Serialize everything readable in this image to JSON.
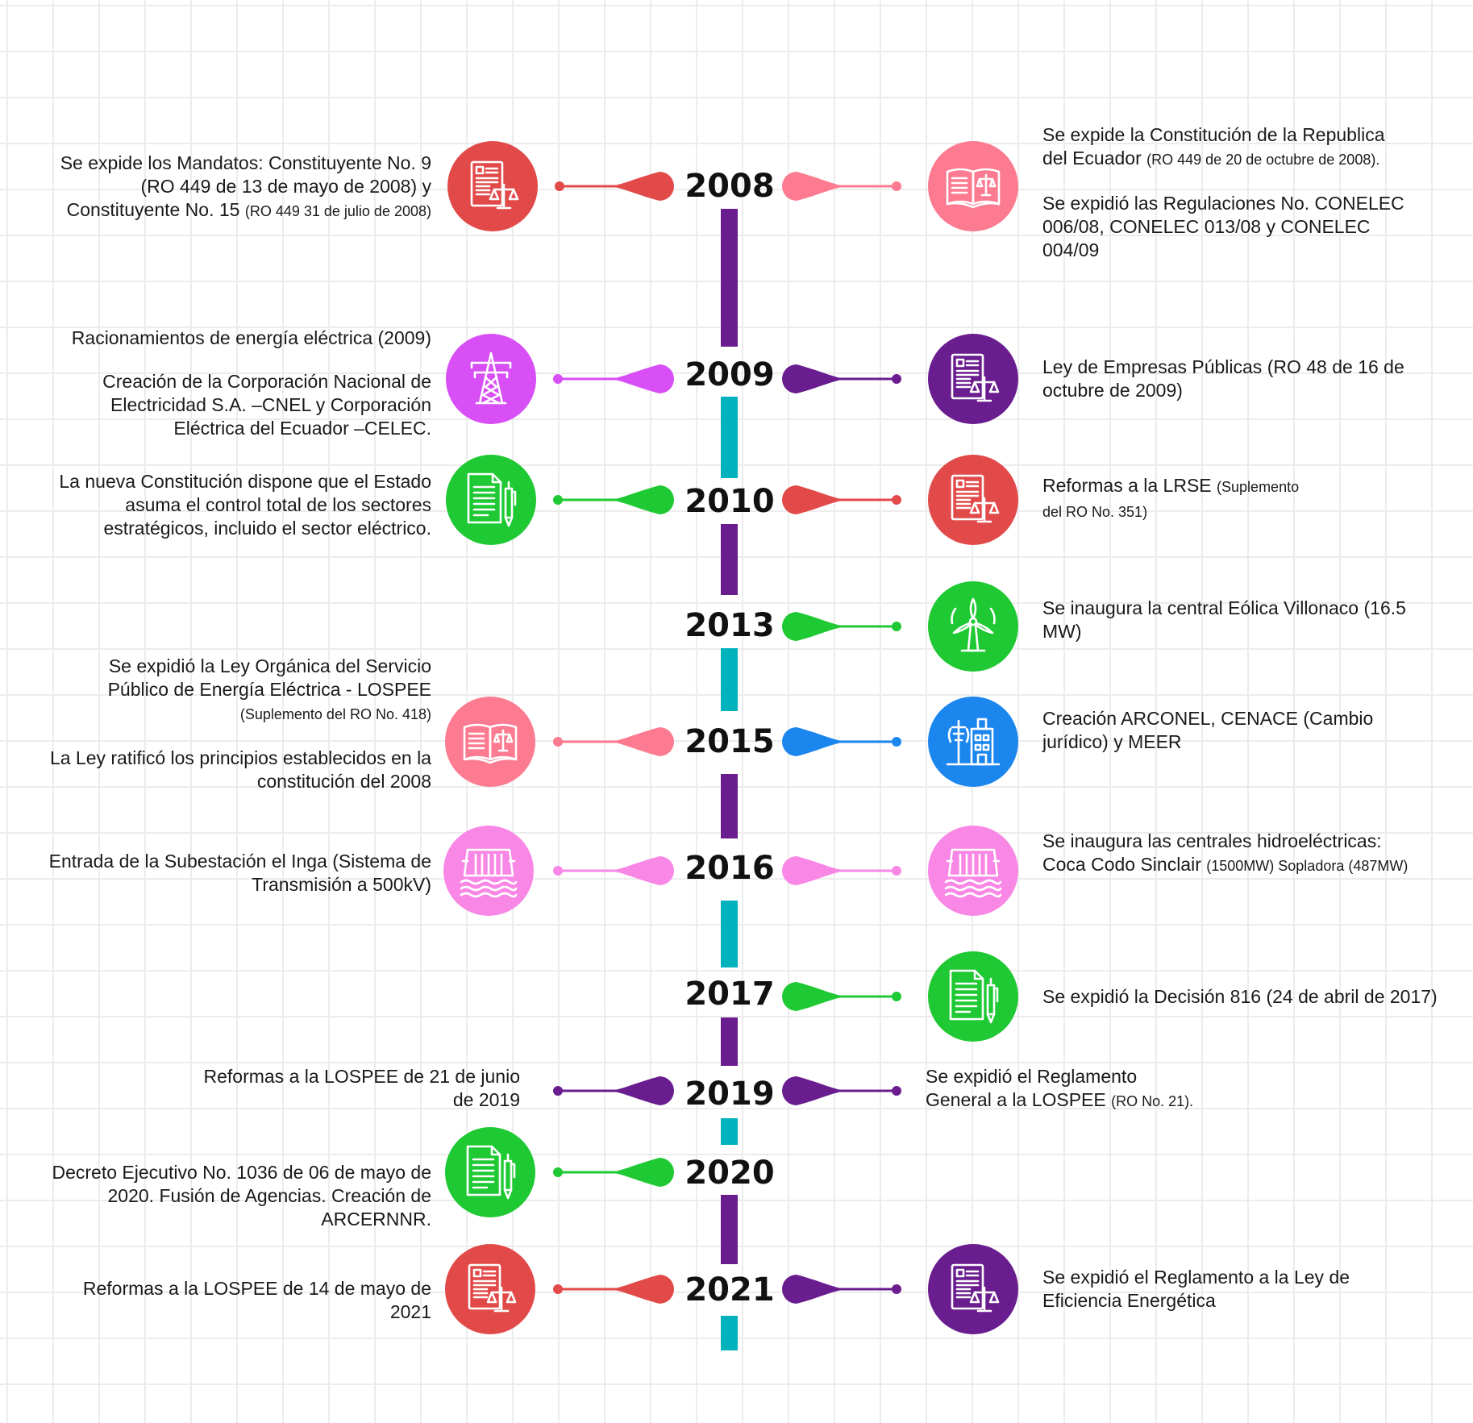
{
  "colors": {
    "red": "#e24a4a",
    "pink": "#fc7b90",
    "magenta": "#d74ff5",
    "purple": "#6a1d8f",
    "green": "#1fc933",
    "blue": "#1c86ef",
    "lightpink": "#f987e6",
    "teal": "#00b2bb",
    "spinePurple": "#6a1d8f"
  },
  "years": [
    "2008",
    "2009",
    "2010",
    "2013",
    "2015",
    "2016",
    "2017",
    "2019",
    "2020",
    "2021"
  ],
  "events": [
    {
      "id": "2008-left",
      "side": "left",
      "year": "2008",
      "color": "red",
      "icon": "law-document-icon",
      "paragraphs": [
        {
          "segments": [
            {
              "t": "Se expide los Mandatos: Constituyente No. 9 (RO 449 de  13 de mayo de 2008) y Constituyente No. 15 "
            },
            {
              "t": "(RO 449 31 de julio de 2008)",
              "small": true
            }
          ]
        }
      ]
    },
    {
      "id": "2008-right",
      "side": "right",
      "year": "2008",
      "color": "pink",
      "icon": "law-book-icon",
      "paragraphs": [
        {
          "segments": [
            {
              "t": "Se expide la Constitución de la Republica del Ecuador "
            },
            {
              "t": "(RO 449 de 20 de octubre de 2008).",
              "small": true
            }
          ]
        },
        {
          "segments": [
            {
              "t": "Se expidió las Regulaciones No. CONELEC 006/08, CONELEC 013/08 y CONELEC 004/09"
            }
          ]
        }
      ]
    },
    {
      "id": "2009-left",
      "side": "left",
      "year": "2009",
      "color": "magenta",
      "icon": "power-tower-icon",
      "paragraphs": [
        {
          "segments": [
            {
              "t": "Racionamientos de energía eléctrica (2009)"
            }
          ]
        },
        {
          "segments": [
            {
              "t": "Creación de la Corporación Nacional de Electricidad S.A. –CNEL  y Corporación Eléctrica del Ecuador –CELEC."
            }
          ]
        }
      ]
    },
    {
      "id": "2009-right",
      "side": "right",
      "year": "2009",
      "color": "purple",
      "icon": "law-document-icon",
      "paragraphs": [
        {
          "segments": [
            {
              "t": "Ley de Empresas Públicas (RO 48 de 16 de octubre de 2009)"
            }
          ]
        }
      ]
    },
    {
      "id": "2010-left",
      "side": "left",
      "year": "2010",
      "color": "green",
      "icon": "document-pen-icon",
      "paragraphs": [
        {
          "segments": [
            {
              "t": "La nueva Constitución dispone que el Estado asuma el control total de los sectores estratégicos, incluido el sector eléctrico."
            }
          ]
        }
      ]
    },
    {
      "id": "2010-right",
      "side": "right",
      "year": "2010",
      "color": "red",
      "icon": "law-document-icon",
      "paragraphs": [
        {
          "segments": [
            {
              "t": "Reformas a la LRSE "
            },
            {
              "t": "(Suplemento del RO No. 351)",
              "small": true
            }
          ]
        }
      ]
    },
    {
      "id": "2013-right",
      "side": "right",
      "year": "2013",
      "color": "green",
      "icon": "wind-turbine-icon",
      "paragraphs": [
        {
          "segments": [
            {
              "t": "Se inaugura la central  Eólica Villonaco (16.5 MW)"
            }
          ]
        }
      ]
    },
    {
      "id": "2015-left",
      "side": "left",
      "year": "2015",
      "color": "pink",
      "icon": "law-book-icon",
      "paragraphs": [
        {
          "segments": [
            {
              "t": "Se expidió la Ley Orgánica del Servicio Público de Energía Eléctrica - LOSPEE "
            },
            {
              "t": "(Suplemento del RO No. 418)",
              "small": true
            }
          ]
        },
        {
          "segments": [
            {
              "t": "La Ley ratificó los principios establecidos en la constitución del 2008"
            }
          ]
        }
      ]
    },
    {
      "id": "2015-right",
      "side": "right",
      "year": "2015",
      "color": "blue",
      "icon": "power-building-icon",
      "paragraphs": [
        {
          "segments": [
            {
              "t": "Creación ARCONEL, CENACE (Cambio jurídico) y MEER"
            }
          ]
        }
      ]
    },
    {
      "id": "2016-left",
      "side": "left",
      "year": "2016",
      "color": "lightpink",
      "icon": "hydro-dam-icon",
      "paragraphs": [
        {
          "segments": [
            {
              "t": "Entrada de la Subestación el Inga (Sistema de Transmisión a 500kV)"
            }
          ]
        }
      ]
    },
    {
      "id": "2016-right",
      "side": "right",
      "year": "2016",
      "color": "lightpink",
      "icon": "hydro-dam-icon",
      "paragraphs": [
        {
          "segments": [
            {
              "t": "Se inaugura las centrales hidroeléctricas: Coca Codo Sinclair "
            },
            {
              "t": "(1500MW) Sopladora (487MW)",
              "small": true
            }
          ]
        }
      ]
    },
    {
      "id": "2017-right",
      "side": "right",
      "year": "2017",
      "color": "green",
      "icon": "document-pen-icon",
      "paragraphs": [
        {
          "segments": [
            {
              "t": "Se expidió la Decisión 816 (24 de abril de 2017)"
            }
          ]
        }
      ]
    },
    {
      "id": "2019-left",
      "side": "left",
      "year": "2019",
      "color": "purple",
      "icon": "",
      "paragraphs": [
        {
          "segments": [
            {
              "t": "Reformas a la LOSPEE de 21 de junio de 2019"
            }
          ]
        }
      ]
    },
    {
      "id": "2019-right",
      "side": "right",
      "year": "2019",
      "color": "purple",
      "icon": "",
      "paragraphs": [
        {
          "segments": [
            {
              "t": "Se expidió el Reglamento General a la LOSPEE "
            },
            {
              "t": "(RO No. 21).",
              "small": true
            }
          ]
        }
      ]
    },
    {
      "id": "2020-left",
      "side": "left",
      "year": "2020",
      "color": "green",
      "icon": "document-pen-icon",
      "paragraphs": [
        {
          "segments": [
            {
              "t": "Decreto Ejecutivo No. 1036 de 06 de mayo de 2020. Fusión de Agencias. Creación de ARCERNNR."
            }
          ]
        }
      ]
    },
    {
      "id": "2021-left",
      "side": "left",
      "year": "2021",
      "color": "red",
      "icon": "law-document-icon",
      "paragraphs": [
        {
          "segments": [
            {
              "t": "Reformas a la LOSPEE de 14 de mayo de 2021"
            }
          ]
        }
      ]
    },
    {
      "id": "2021-right",
      "side": "right",
      "year": "2021",
      "color": "purple",
      "icon": "law-document-icon",
      "paragraphs": [
        {
          "segments": [
            {
              "t": "Se expidió el Reglamento a la Ley de Eficiencia Energética"
            }
          ]
        }
      ]
    }
  ]
}
